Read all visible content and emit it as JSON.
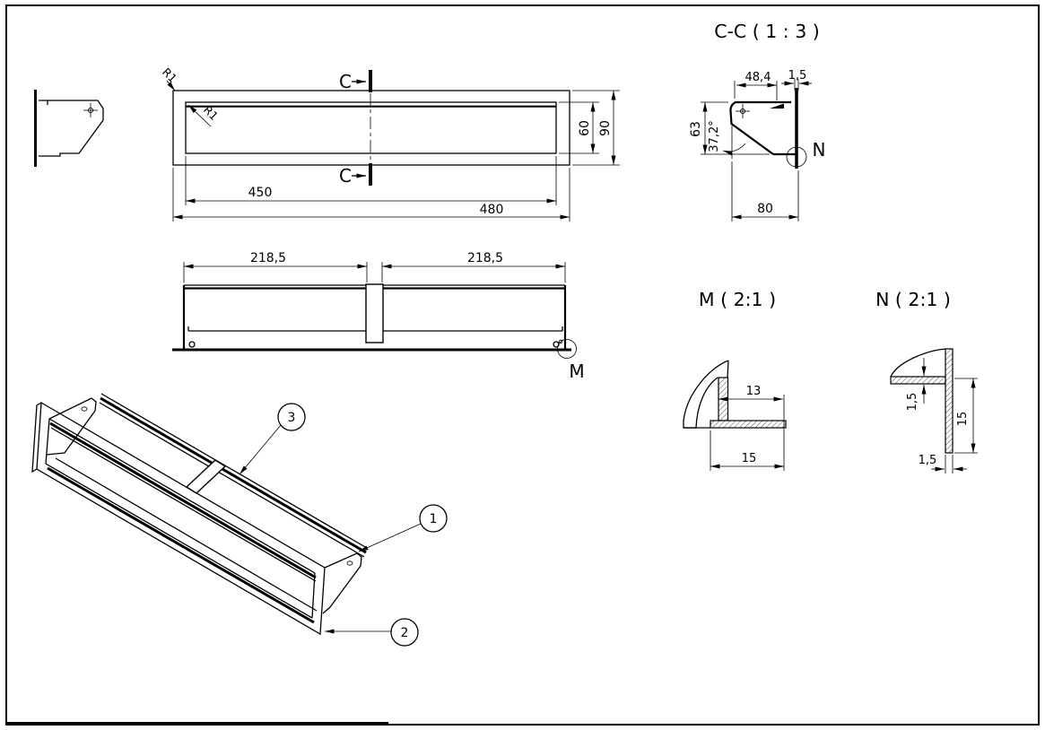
{
  "titles": {
    "section_cc": "C-C ( 1 : 3 )",
    "detail_m": "M ( 2:1 )",
    "detail_n": "N ( 2:1 )"
  },
  "top_view": {
    "section_letter_top": "C",
    "section_letter_bottom": "C",
    "fillet_outer": "R1",
    "fillet_inner": "R1",
    "dim_inner_length": "450",
    "dim_outer_length": "480",
    "dim_inner_height": "60",
    "dim_outer_height": "90"
  },
  "front_view": {
    "dim_left_half": "218,5",
    "dim_right_half": "218,5",
    "detail_letter": "M"
  },
  "section_cc": {
    "dim_top_width": "48,4",
    "dim_wall_thickness": "1,5",
    "dim_height": "63",
    "dim_angle": "37,2°",
    "dim_depth": "80",
    "detail_letter": "N"
  },
  "detail_m": {
    "dim_width": "13",
    "dim_length": "15"
  },
  "detail_n": {
    "dim_thickness": "1,5",
    "dim_leg_length": "15",
    "dim_leg_thickness": "1,5"
  },
  "iso_view": {
    "balloon_1": "1",
    "balloon_2": "2",
    "balloon_3": "3"
  }
}
